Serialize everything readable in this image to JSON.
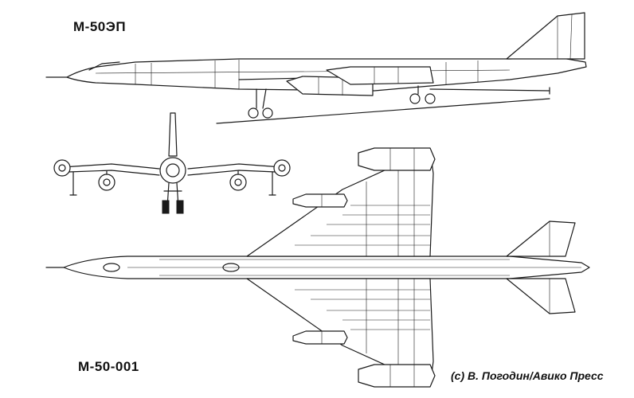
{
  "labels": {
    "top_variant": "М-50ЭП",
    "bottom_variant": "М-50-001",
    "credit": "(c) В. Погодин/Авико Пресс"
  },
  "colors": {
    "background": "#ffffff",
    "line": "#1a1a1a"
  }
}
